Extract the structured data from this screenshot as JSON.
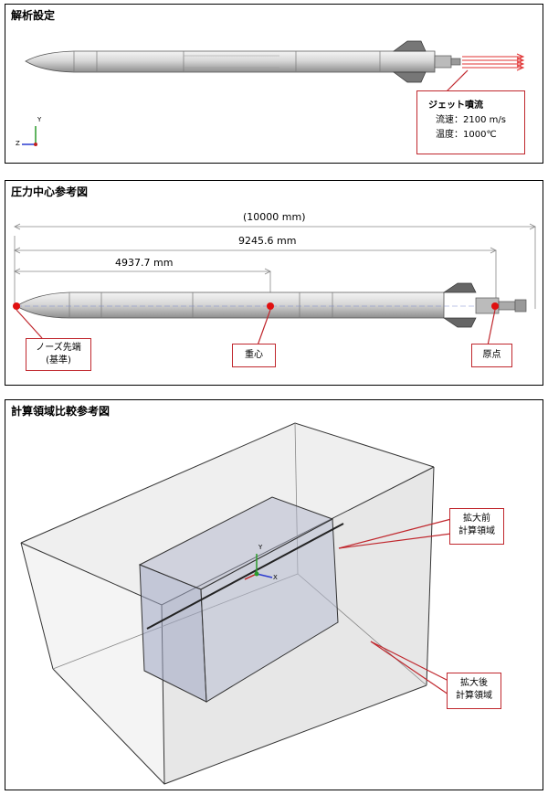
{
  "panels": {
    "analysis": {
      "title": "解析設定",
      "jet_title": "ジェット噴流",
      "flow_speed": "流速：2100 m/s",
      "temperature": "温度：1000℃",
      "axis_y": "Y",
      "axis_z": "Z"
    },
    "pressure": {
      "title": "圧力中心参考図",
      "dim_total": "(10000 mm)",
      "dim_origin": "9245.6 mm",
      "dim_cg": "4937.7 mm",
      "nose_label_1": "ノーズ先端",
      "nose_label_2": "(基準)",
      "cg_label": "重心",
      "origin_label": "原点"
    },
    "domain": {
      "title": "計算領域比較参考図",
      "before_1": "拡大前",
      "before_2": "計算領域",
      "after_1": "拡大後",
      "after_2": "計算領域",
      "axis_y": "Y",
      "axis_x": "X"
    }
  },
  "colors": {
    "callout_red": "#c0272d",
    "marker_red": "#e01010",
    "body_gray": "#d0d0d0",
    "inner_box": "#aab0c8",
    "outer_box": "#dcdcdc"
  }
}
